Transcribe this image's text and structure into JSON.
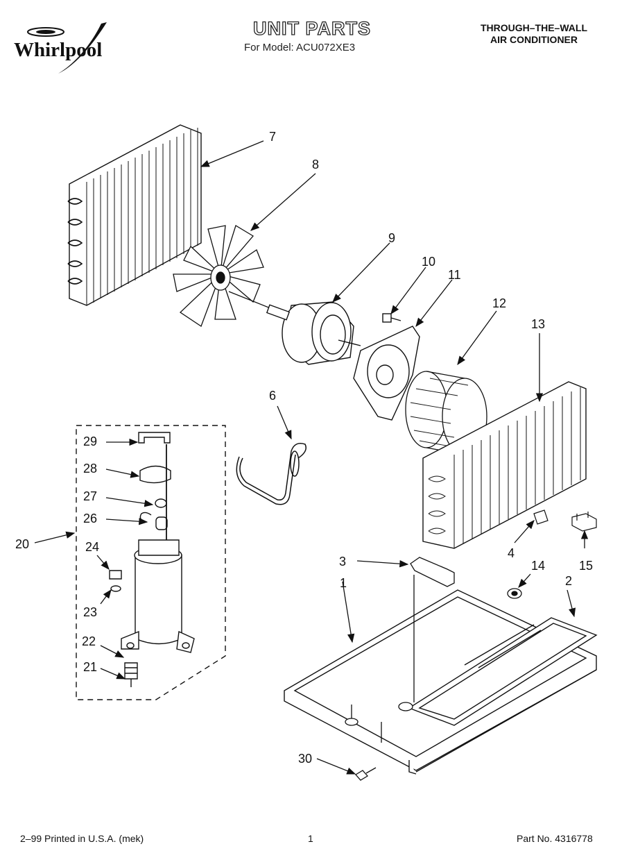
{
  "brand": "Whirlpool",
  "header": {
    "title": "UNIT PARTS",
    "model_line": "For Model: ACU072XE3",
    "product_line1": "THROUGH–THE–WALL",
    "product_line2": "AIR CONDITIONER"
  },
  "callouts": {
    "n1": "1",
    "n2": "2",
    "n3": "3",
    "n4": "4",
    "n6": "6",
    "n7": "7",
    "n8": "8",
    "n9": "9",
    "n10": "10",
    "n11": "11",
    "n12": "12",
    "n13": "13",
    "n14": "14",
    "n15": "15",
    "n20": "20",
    "n21": "21",
    "n22": "22",
    "n23": "23",
    "n24": "24",
    "n26": "26",
    "n27": "27",
    "n28": "28",
    "n29": "29",
    "n30": "30"
  },
  "footer": {
    "print_info": "2–99 Printed in U.S.A. (mek)",
    "page_number": "1",
    "part_number": "Part No. 4316778"
  }
}
